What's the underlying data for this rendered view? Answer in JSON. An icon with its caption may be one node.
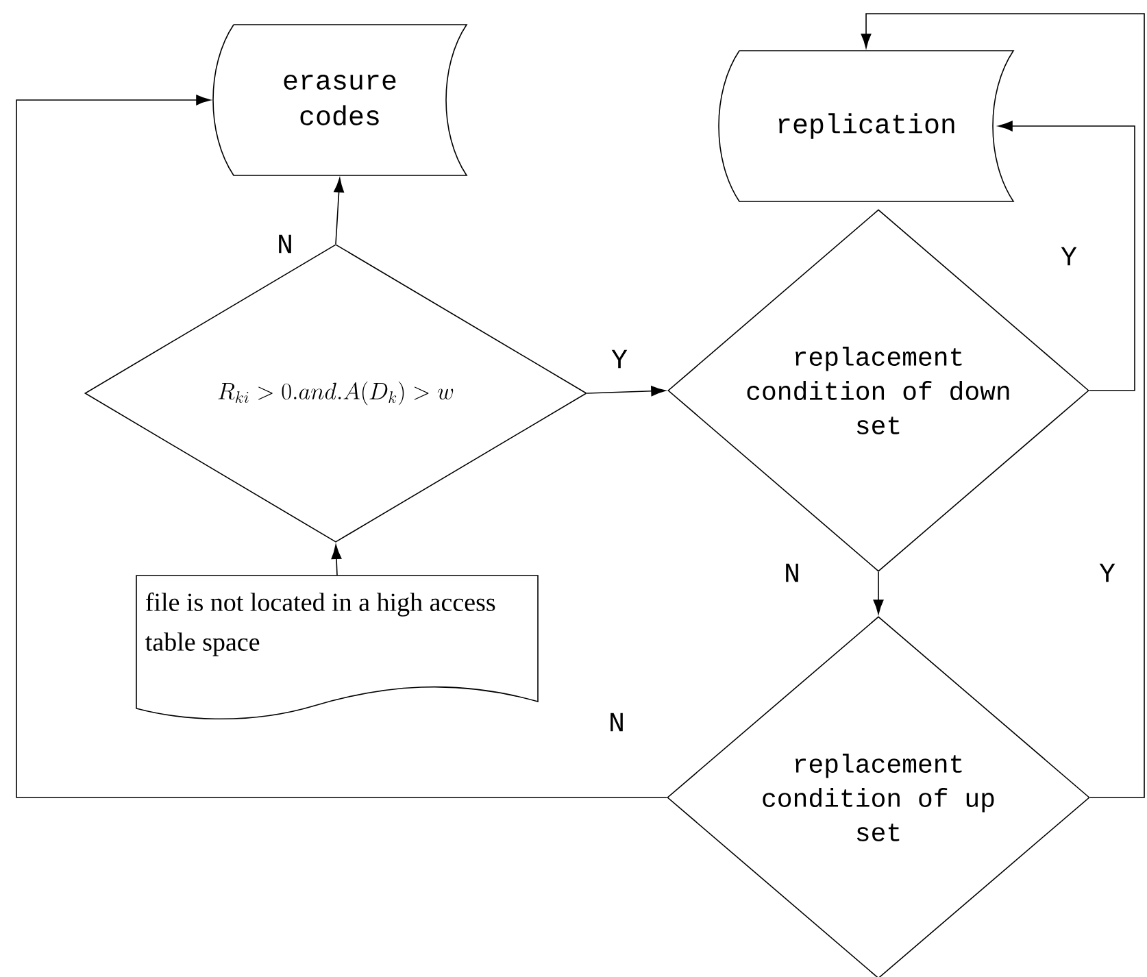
{
  "diagram": {
    "nodes": [
      {
        "text": [
          "erasure codes"
        ]
      },
      {
        "text": [
          "replication"
        ]
      },
      {
        "text": [
          "R_{ki} > 0.and.A(D_{k}) > w"
        ]
      },
      {
        "text": [
          "replacement condition of down set"
        ]
      },
      {
        "text": [
          "file is not located in a high access table space"
        ]
      },
      {
        "text": [
          "replacement condition of up set"
        ]
      }
    ],
    "edges": [
      {
        "from": 2,
        "to": 0,
        "arrow": "to",
        "label": "N"
      },
      {
        "from": 2,
        "to": 3,
        "arrow": "to",
        "label": "Y"
      },
      {
        "from": 4,
        "to": 2,
        "arrow": "to"
      },
      {
        "from": 3,
        "to": 5,
        "arrow": "to",
        "label": "N"
      },
      {
        "from": 3,
        "to": 1,
        "arrow": "to",
        "label": "Y"
      },
      {
        "from": 5,
        "to": 1,
        "arrow": "to",
        "label": "Y"
      },
      {
        "from": 5,
        "to": 0,
        "arrow": "to",
        "label": "N"
      }
    ]
  }
}
